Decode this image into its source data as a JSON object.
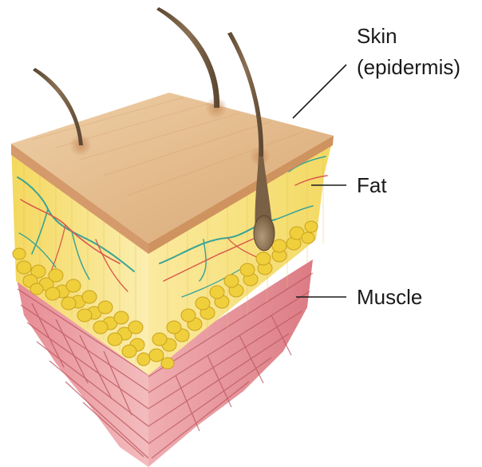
{
  "labels": {
    "skin_line1": "Skin",
    "skin_line2": "(epidermis)",
    "fat": "Fat",
    "muscle": "Muscle"
  },
  "colors": {
    "skin_top": "#e2b98a",
    "skin_edge": "#c98d5c",
    "fat_face": "#f6e27a",
    "fat_light": "#fbeeb0",
    "fat_cell": "#f0cf3c",
    "fat_cell_edge": "#c9a21e",
    "muscle_face": "#e58f96",
    "muscle_light": "#f1b6b8",
    "muscle_stripe": "#b9535c",
    "hair": "#7d6447",
    "hair_dark": "#5a4530",
    "vessel_teal": "#3aa394",
    "vessel_red": "#d9584a",
    "leader_line": "#1a1a1a"
  }
}
